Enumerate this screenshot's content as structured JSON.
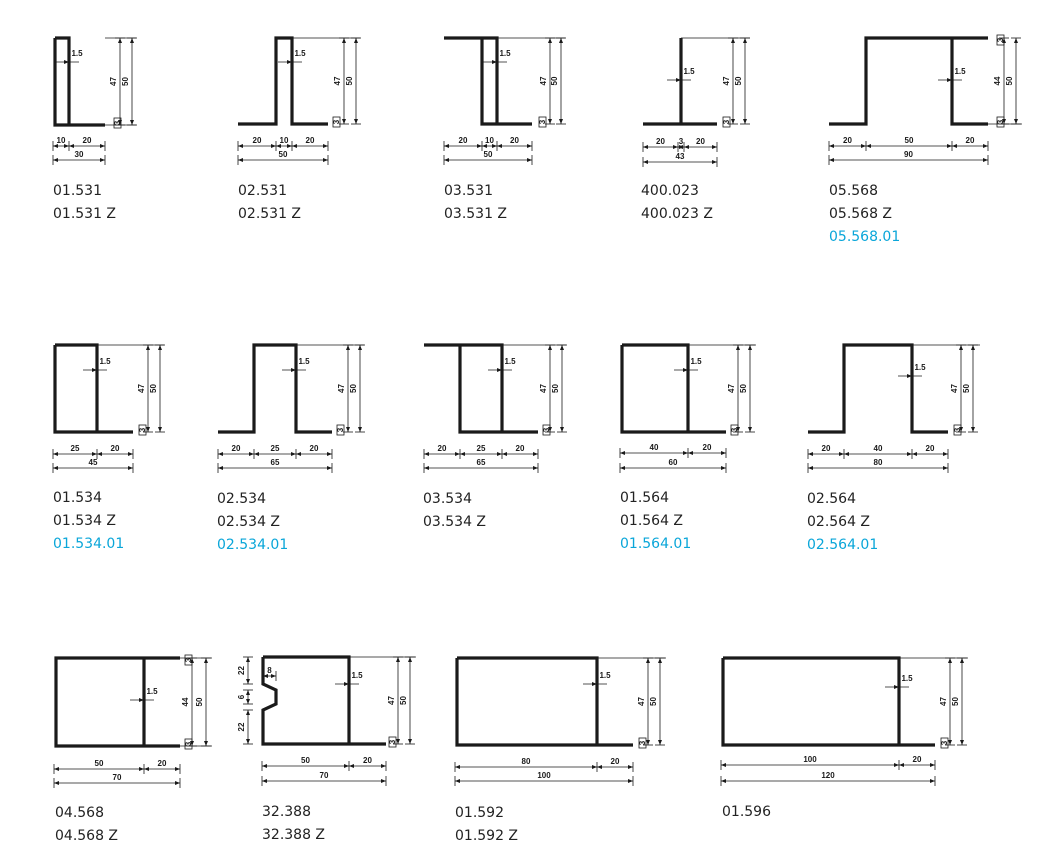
{
  "colors": {
    "code": "#222222",
    "variant_code": "#0aa6d9",
    "drawing": "#1a1a1a"
  },
  "profiles": [
    {
      "id": "p1",
      "codes": [
        "01.531",
        "01.531 Z"
      ],
      "dims": {
        "wall": "1.5",
        "h_inner": "47",
        "h_outer": "50",
        "lip": "3",
        "a": "10",
        "b": "20",
        "total": "30"
      }
    },
    {
      "id": "p2",
      "codes": [
        "02.531",
        "02.531 Z"
      ],
      "dims": {
        "wall": "1.5",
        "h_inner": "47",
        "h_outer": "50",
        "lip": "3",
        "a": "20",
        "b": "10",
        "c": "20",
        "total": "50"
      }
    },
    {
      "id": "p3",
      "codes": [
        "03.531",
        "03.531 Z"
      ],
      "dims": {
        "wall": "1.5",
        "h_inner": "47",
        "h_outer": "50",
        "lip": "3",
        "a": "20",
        "b": "10",
        "c": "20",
        "total": "50"
      }
    },
    {
      "id": "p4",
      "codes": [
        "400.023",
        "400.023 Z"
      ],
      "dims": {
        "wall": "1.5",
        "h_inner": "47",
        "h_outer": "50",
        "lip": "3",
        "a": "20",
        "b": "3",
        "c": "20",
        "total": "43"
      }
    },
    {
      "id": "p5",
      "codes": [
        "05.568",
        "05.568 Z"
      ],
      "variant": "05.568.01",
      "dims": {
        "wall": "1.5",
        "h_inner": "44",
        "h_outer": "50",
        "lip_top": "3",
        "lip_bottom": "3",
        "a": "20",
        "b": "50",
        "c": "20",
        "total": "90"
      }
    },
    {
      "id": "p6",
      "codes": [
        "01.534",
        "01.534 Z"
      ],
      "variant": "01.534.01",
      "dims": {
        "wall": "1.5",
        "h_inner": "47",
        "h_outer": "50",
        "lip": "3",
        "a": "25",
        "b": "20",
        "total": "45"
      }
    },
    {
      "id": "p7",
      "codes": [
        "02.534",
        "02.534 Z"
      ],
      "variant": "02.534.01",
      "dims": {
        "wall": "1.5",
        "h_inner": "47",
        "h_outer": "50",
        "lip": "3",
        "a": "20",
        "b": "25",
        "c": "20",
        "total": "65"
      }
    },
    {
      "id": "p8",
      "codes": [
        "03.534",
        "03.534 Z"
      ],
      "dims": {
        "wall": "1.5",
        "h_inner": "47",
        "h_outer": "50",
        "lip": "3",
        "a": "20",
        "b": "25",
        "c": "20",
        "total": "65"
      }
    },
    {
      "id": "p9",
      "codes": [
        "01.564",
        "01.564 Z"
      ],
      "variant": "01.564.01",
      "dims": {
        "wall": "1.5",
        "h_inner": "47",
        "h_outer": "50",
        "lip": "3",
        "a": "40",
        "b": "20",
        "total": "60"
      }
    },
    {
      "id": "p10",
      "codes": [
        "02.564",
        "02.564 Z"
      ],
      "variant": "02.564.01",
      "dims": {
        "wall": "1.5",
        "h_inner": "47",
        "h_outer": "50",
        "lip": "3",
        "a": "20",
        "b": "40",
        "c": "20",
        "total": "80"
      }
    },
    {
      "id": "p11",
      "codes": [
        "04.568",
        "04.568 Z"
      ],
      "dims": {
        "wall": "1.5",
        "h_inner": "44",
        "h_outer": "50",
        "lip_top": "3",
        "lip_bottom": "3",
        "a": "50",
        "b": "20",
        "total": "70"
      }
    },
    {
      "id": "p12",
      "codes": [
        "32.388",
        "32.388 Z"
      ],
      "dims": {
        "wall": "1.5",
        "h_inner": "47",
        "h_outer": "50",
        "lip": "3",
        "a": "50",
        "b": "20",
        "total": "70",
        "notch_depth": "8",
        "notch_top": "22",
        "notch_gap": "6",
        "notch_bottom": "22"
      }
    },
    {
      "id": "p13",
      "codes": [
        "01.592",
        "01.592 Z"
      ],
      "dims": {
        "wall": "1.5",
        "h_inner": "47",
        "h_outer": "50",
        "lip": "3",
        "a": "80",
        "b": "20",
        "total": "100"
      }
    },
    {
      "id": "p14",
      "codes": [
        "01.596"
      ],
      "dims": {
        "wall": "1.5",
        "h_inner": "47",
        "h_outer": "50",
        "lip": "3",
        "a": "100",
        "b": "20",
        "total": "120"
      }
    }
  ]
}
